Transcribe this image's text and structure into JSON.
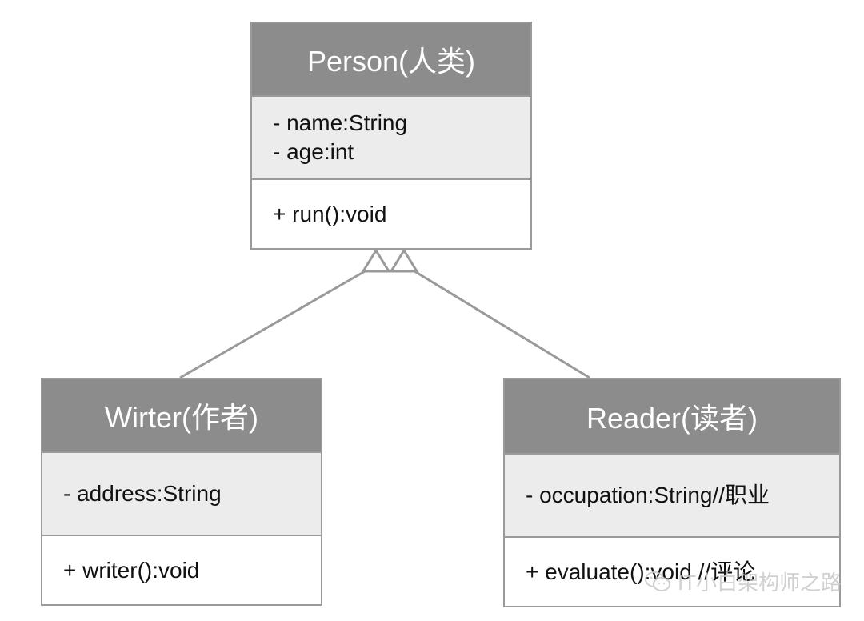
{
  "classes": {
    "person": {
      "name": "Person(人类)",
      "attributes": [
        "- name:String",
        "- age:int"
      ],
      "methods": [
        "+ run():void"
      ]
    },
    "writer": {
      "name": "Wirter(作者)",
      "attributes": [
        "- address:String"
      ],
      "methods": [
        "+ writer():void"
      ]
    },
    "reader": {
      "name": "Reader(读者)",
      "attributes": [
        "- occupation:String//职业"
      ],
      "methods": [
        "+ evaluate():void //评论"
      ]
    }
  },
  "relationships": [
    {
      "type": "generalization",
      "from": "writer",
      "to": "person"
    },
    {
      "type": "generalization",
      "from": "reader",
      "to": "person"
    }
  ],
  "watermark": {
    "text": "IT小白架构师之路",
    "icon": "wechat-icon"
  },
  "colors": {
    "header_bg": "#8c8c8c",
    "attrs_bg": "#ececec",
    "border": "#9a9a9a",
    "connector": "#9a9a9a"
  }
}
